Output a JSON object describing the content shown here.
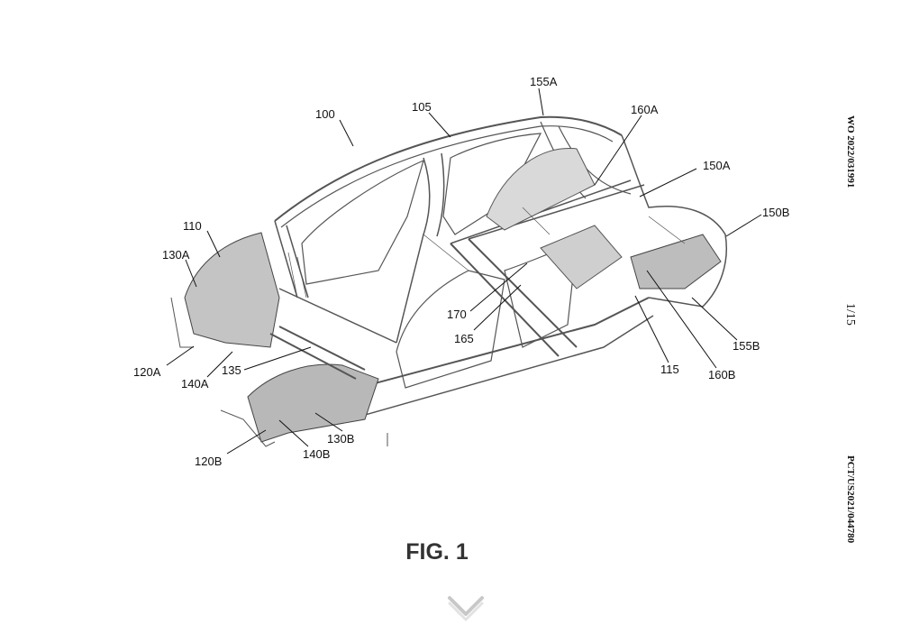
{
  "figure": {
    "title": "FIG. 1",
    "labels": [
      {
        "id": "100",
        "text": "100"
      },
      {
        "id": "105",
        "text": "105"
      },
      {
        "id": "110",
        "text": "110"
      },
      {
        "id": "115",
        "text": "115"
      },
      {
        "id": "120A",
        "text": "120A"
      },
      {
        "id": "120B",
        "text": "120B"
      },
      {
        "id": "130A",
        "text": "130A"
      },
      {
        "id": "130B",
        "text": "130B"
      },
      {
        "id": "135",
        "text": "135"
      },
      {
        "id": "140A",
        "text": "140A"
      },
      {
        "id": "140B",
        "text": "140B"
      },
      {
        "id": "150A",
        "text": "150A"
      },
      {
        "id": "150B",
        "text": "150B"
      },
      {
        "id": "155A",
        "text": "155A"
      },
      {
        "id": "155B",
        "text": "155B"
      },
      {
        "id": "160A",
        "text": "160A"
      },
      {
        "id": "160B",
        "text": "160B"
      },
      {
        "id": "165",
        "text": "165"
      },
      {
        "id": "170",
        "text": "170"
      }
    ]
  },
  "margin": {
    "publication_number": "WO 2022/031991",
    "sheet": "1/15",
    "application_number": "PCT/US2021/044780"
  },
  "viewer": {
    "scroll_icon": "chevron-down-icon"
  }
}
